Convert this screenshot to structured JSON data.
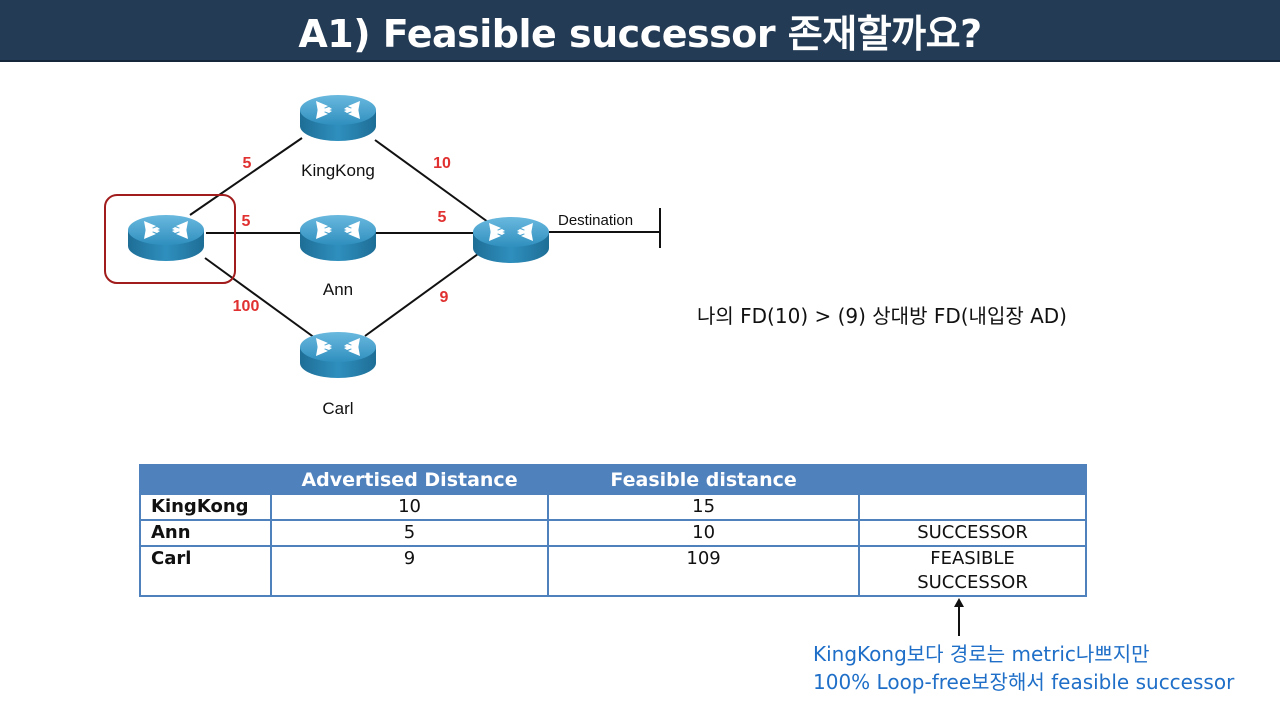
{
  "slide": {
    "title": "A1) Feasible successor 존재할까요?"
  },
  "diagram": {
    "routers": {
      "local": "",
      "kingkong": "KingKong",
      "ann": "Ann",
      "carl": "Carl",
      "dest_router": ""
    },
    "destination_label": "Destination",
    "link_costs": {
      "local_kingkong": "5",
      "kingkong_dest": "10",
      "local_ann": "5",
      "ann_dest": "5",
      "local_carl": "100",
      "carl_dest": "9"
    },
    "colors": {
      "router_body": "#2e88b4",
      "cost_label": "#e03030",
      "highlight_box": "#a11c1c"
    }
  },
  "fd_comparison": "나의 FD(10) >  (9) 상대방 FD(내입장 AD)",
  "table": {
    "headers": [
      "",
      "Advertised Distance",
      "Feasible distance",
      ""
    ],
    "rows": [
      {
        "name": "KingKong",
        "ad": "10",
        "fd": "15",
        "status": ""
      },
      {
        "name": "Ann",
        "ad": "5",
        "fd": "10",
        "status": "SUCCESSOR"
      },
      {
        "name": "Carl",
        "ad": "9",
        "fd": "109",
        "status": "FEASIBLE SUCCESSOR"
      }
    ],
    "colors": {
      "header_bg": "#4f81bd"
    }
  },
  "note": {
    "line1": "KingKong보다 경로는 metric나쁘지만",
    "line2": "100% Loop-free보장해서 feasible successor",
    "color": "#1f6fc8"
  }
}
